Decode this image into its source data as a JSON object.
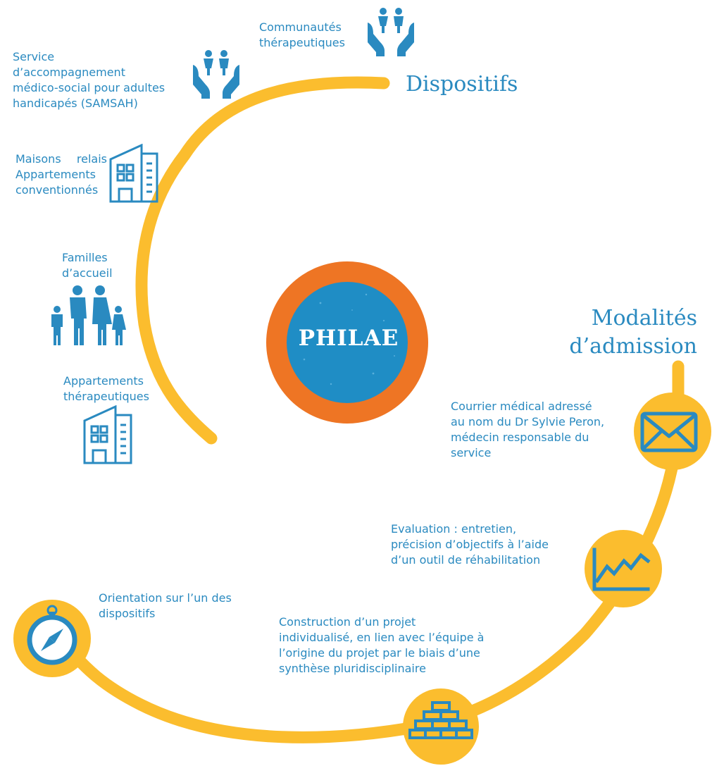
{
  "colors": {
    "accent_blue": "#2a8ac0",
    "arc_yellow": "#fbbd2e",
    "ring_orange": "#ee7524",
    "core_blue": "#1f8dc5"
  },
  "center": {
    "label": "PHILAE"
  },
  "dispositifs": {
    "title": "Dispositifs",
    "items": [
      {
        "label": "Communautés thérapeutiques",
        "lines": [
          "Communautés",
          "thérapeutiques"
        ],
        "icon": "caring-hands-people-icon"
      },
      {
        "label": "Service d’accompagnement médico-social pour adultes handicapés (SAMSAH)",
        "lines": [
          "Service",
          "d’accompagnement",
          "médico-social pour adultes",
          "handicapés (SAMSAH)"
        ],
        "icon": "caring-hands-people-icon"
      },
      {
        "label": "Maisons relais Appartements conventionnés",
        "lines": [
          "Maisons relais",
          "Appartements",
          "conventionnés"
        ],
        "icon": "building-icon"
      },
      {
        "label": "Familles d’accueil",
        "lines": [
          "Familles",
          "d’accueil"
        ],
        "icon": "family-icon"
      },
      {
        "label": "Appartements thérapeutiques",
        "lines": [
          "Appartements",
          "thérapeutiques"
        ],
        "icon": "building-icon"
      }
    ]
  },
  "admission": {
    "title_lines": [
      "Modalités",
      "d’admission"
    ],
    "steps": [
      {
        "icon": "envelope-icon",
        "lines": [
          "Courrier médical adressé",
          "au nom du Dr Sylvie Peron,",
          "médecin responsable du",
          "service"
        ]
      },
      {
        "icon": "chart-icon",
        "lines": [
          "Evaluation : entretien,",
          "précision d’objectifs à l’aide",
          "d’un outil de réhabilitation"
        ]
      },
      {
        "icon": "bricks-icon",
        "lines": [
          "Construction d’un projet",
          "individualisé, en lien avec l’équipe à",
          "l’origine du projet par le biais d’une",
          "synthèse pluridisciplinaire"
        ]
      },
      {
        "icon": "compass-icon",
        "lines": [
          "Orientation sur l’un des",
          "dispositifs"
        ]
      }
    ]
  }
}
